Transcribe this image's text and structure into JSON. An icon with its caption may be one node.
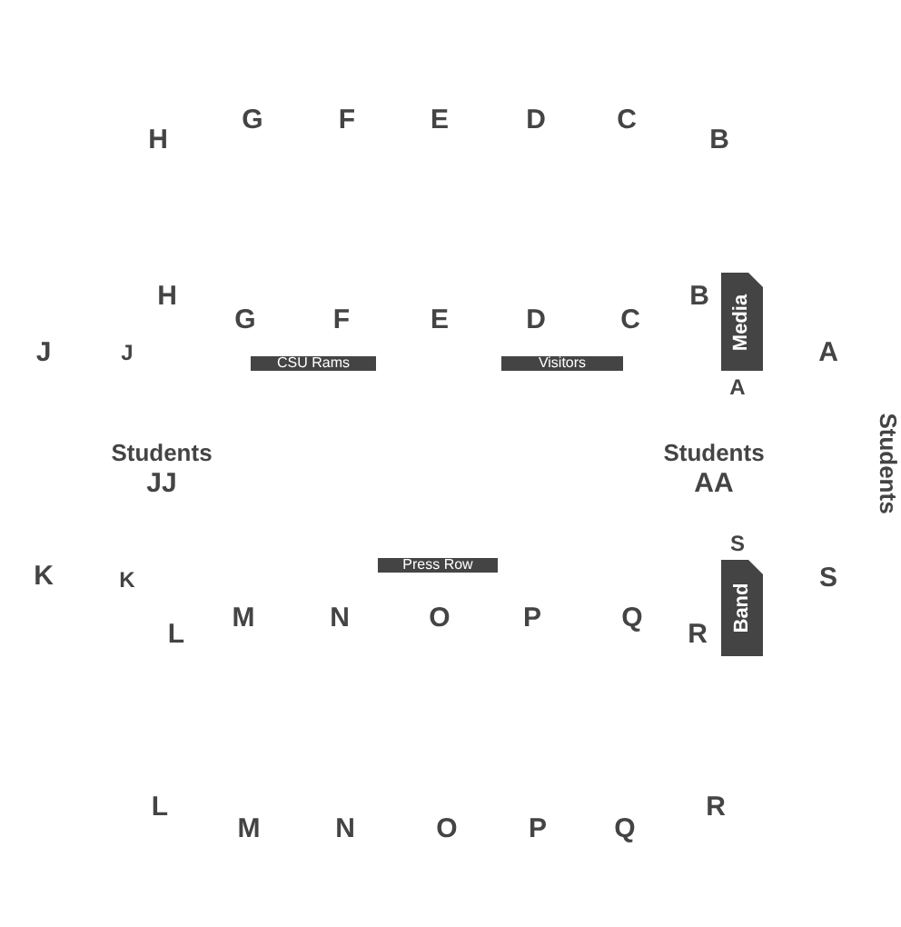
{
  "diagram": {
    "nodes": [
      {
        "text": [
          "CSU Rams"
        ]
      },
      {
        "text": [
          "Visitors"
        ]
      },
      {
        "text": [
          "Media"
        ]
      },
      {
        "text": [
          "Press Row"
        ]
      },
      {
        "text": [
          "Band"
        ]
      }
    ],
    "labels": [
      "H",
      "G",
      "F",
      "E",
      "D",
      "C",
      "B",
      "H",
      "G",
      "F",
      "E",
      "D",
      "C",
      "B",
      "J",
      "J",
      "A",
      "A",
      "Students",
      "JJ",
      "Students",
      "AA",
      "Students",
      "S",
      "K",
      "K",
      "S",
      "L",
      "M",
      "N",
      "O",
      "P",
      "Q",
      "R",
      "L",
      "M",
      "N",
      "O",
      "P",
      "Q",
      "R"
    ]
  }
}
